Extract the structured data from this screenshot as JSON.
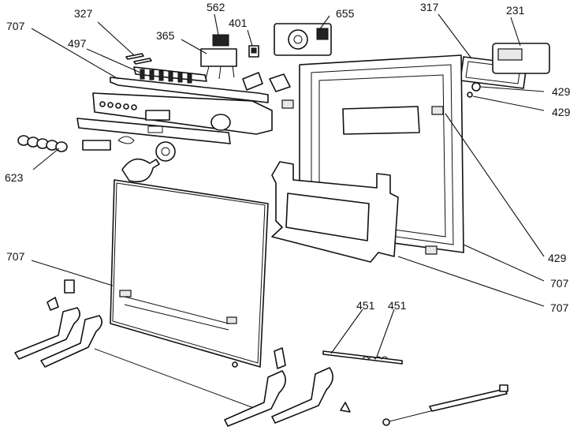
{
  "labels": {
    "327": "327",
    "562": "562",
    "401": "401",
    "655": "655",
    "317": "317",
    "231": "231",
    "707a": "707",
    "497": "497",
    "365": "365",
    "429a": "429",
    "429b": "429",
    "623": "623",
    "707b": "707",
    "429c": "429",
    "707c": "707",
    "707d": "707",
    "451a": "451",
    "451b": "451"
  }
}
